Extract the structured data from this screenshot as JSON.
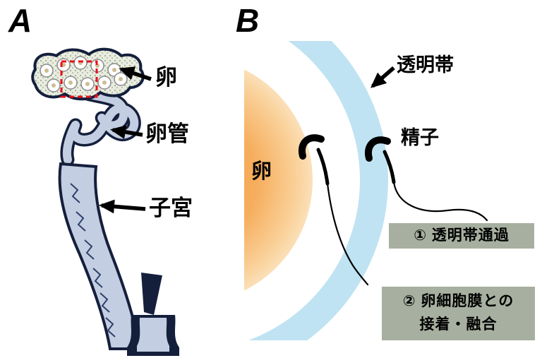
{
  "panelA": {
    "letter": "A",
    "labels": {
      "egg": "卵",
      "oviduct": "卵管",
      "uterus": "子宮"
    }
  },
  "panelB": {
    "letter": "B",
    "egg_label": "卵",
    "zona_label": "透明帯",
    "sperm_label": "精子",
    "steps": [
      {
        "text": "① 透明帯通過"
      },
      {
        "line1": "② 卵細胞膜との",
        "line2": "接着・融合"
      }
    ]
  },
  "colors": {
    "tract_fill": "#c3cee2",
    "tract_outline": "#141f3c",
    "ovary_base": "#e9ece0",
    "speckle": "#8fa37e",
    "highlight_box": "#e8111a",
    "egg_center": "#f2993a",
    "egg_edge": "#fbe0ba",
    "zona_ring": "#bfe3f2",
    "step_box_bg": "#a7b0a0"
  }
}
